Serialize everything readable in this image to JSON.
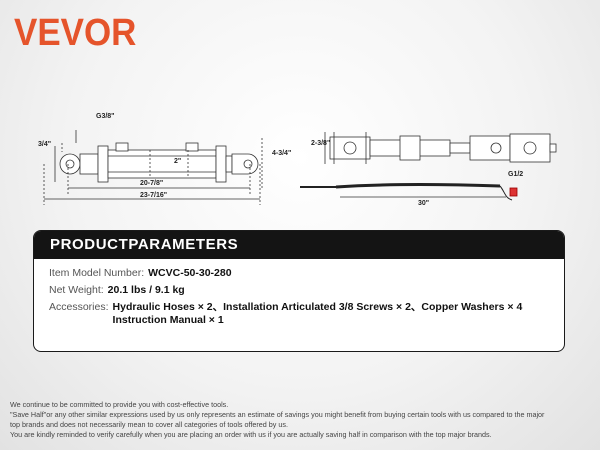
{
  "brand": {
    "logo_text": "VEVOR",
    "accent_color": "#e5542b"
  },
  "dimensions": {
    "left": {
      "port": "G3/8\"",
      "pin_hole": "3/4\"",
      "stroke": "2\"",
      "height": "4-3/4\"",
      "retracted": "20-7/8\"",
      "total": "23-7/16\""
    },
    "right": {
      "width": "2-3/8\"",
      "hose_fitting": "G1/2",
      "hose_length": "30\""
    }
  },
  "parameters": {
    "title": "PRODUCTPARAMETERS",
    "rows": [
      {
        "label": "Item Model Number:",
        "value": "WCVC-50-30-280"
      },
      {
        "label": "Net Weight:",
        "value": "20.1 lbs / 9.1 kg"
      }
    ],
    "accessories_label": "Accessories:",
    "accessories_value": "Hydraulic Hoses × 2、Installation Articulated 3/8 Screws × 2、Copper Washers × 4 Instruction Manual × 1"
  },
  "footer": {
    "line1": "We continue to be committed to provide you with cost-effective tools.",
    "line2": "\"Save Half\"or any other similar expressions used by us only represents an estimate of savings you might benefit from buying certain tools with us compared to the major",
    "line3": "top brands and does not necessarily mean to cover all categories of tools offered by us.",
    "line4": "You are kindly reminded to verify carefully when you are placing an order with us if you are actually saving half in comparison with the top major brands."
  }
}
